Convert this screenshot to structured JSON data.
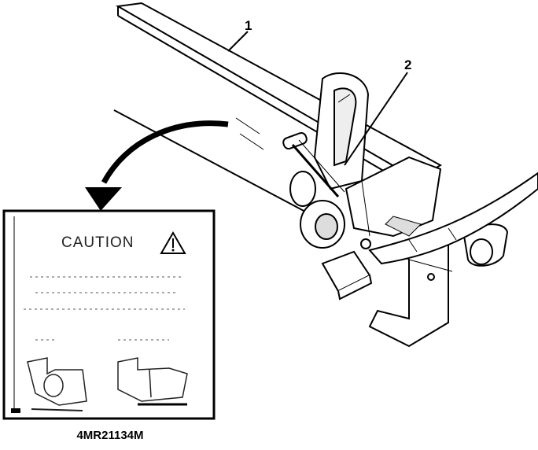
{
  "callouts": [
    "1",
    "2"
  ],
  "label": {
    "title": "CAUTION"
  },
  "figure_id": "4MR21134M"
}
